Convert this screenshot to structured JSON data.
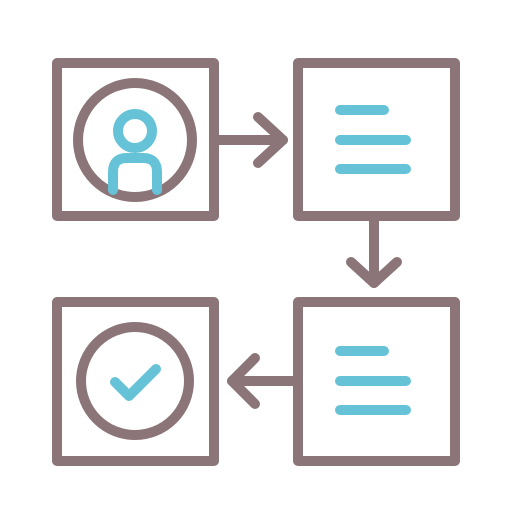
{
  "colors": {
    "stroke": "#8b7579",
    "accent": "#66c3d7",
    "background": "#ffffff"
  },
  "diagram": {
    "nodes": [
      {
        "id": "user-box",
        "icon": "user-icon"
      },
      {
        "id": "document-box-1",
        "icon": "lines-icon"
      },
      {
        "id": "document-box-2",
        "icon": "lines-icon"
      },
      {
        "id": "check-box",
        "icon": "check-circle-icon"
      }
    ],
    "edges": [
      {
        "from": "user-box",
        "to": "document-box-1",
        "direction": "right"
      },
      {
        "from": "document-box-1",
        "to": "document-box-2",
        "direction": "down"
      },
      {
        "from": "document-box-2",
        "to": "check-box",
        "direction": "left"
      }
    ]
  }
}
